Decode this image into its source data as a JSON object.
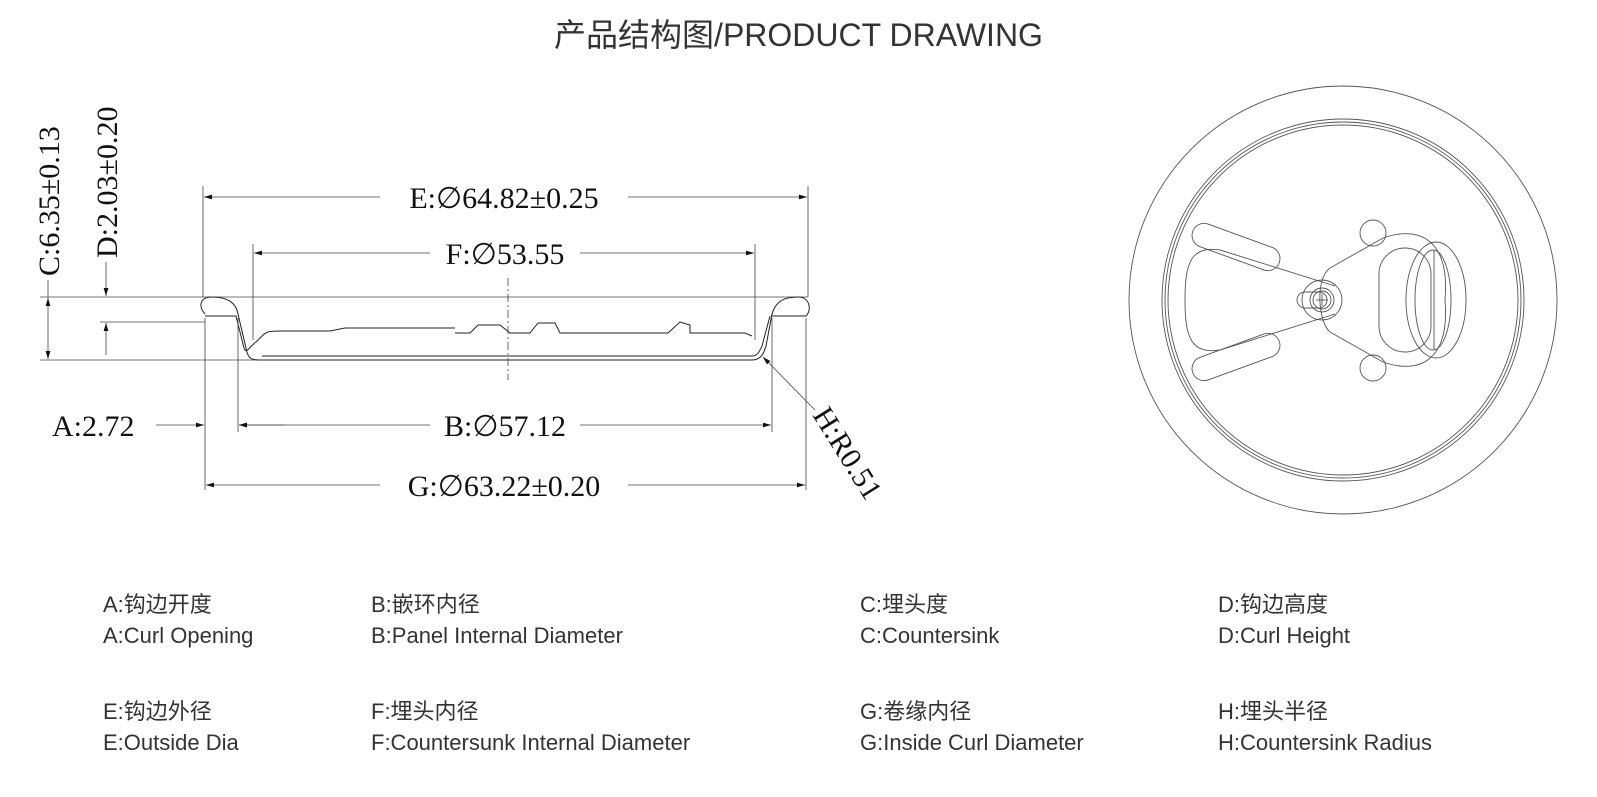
{
  "title": "产品结构图/PRODUCT DRAWING",
  "dimensions": {
    "E": "E:∅64.82±0.25",
    "F": "F:∅53.55",
    "B": "B:∅57.12",
    "G": "G:∅63.22±0.20",
    "A": "A:2.72",
    "C": "C:6.35±0.13",
    "D": "D:2.03±0.20",
    "H": "H:R0.51"
  },
  "legend": [
    {
      "cn": "A:钩边开度",
      "en": "A:Curl Opening"
    },
    {
      "cn": "B:嵌环内径",
      "en": "B:Panel Internal Diameter"
    },
    {
      "cn": "C:埋头度",
      "en": "C:Countersink"
    },
    {
      "cn": "D:钩边高度",
      "en": "D:Curl Height"
    },
    {
      "cn": "E:钩边外径",
      "en": "E:Outside Dia"
    },
    {
      "cn": "F:埋头内径",
      "en": "F:Countersunk Internal Diameter"
    },
    {
      "cn": "G:卷缘内径",
      "en": "G:Inside Curl Diameter"
    },
    {
      "cn": "H:埋头半径",
      "en": "H:Countersink Radius"
    }
  ]
}
